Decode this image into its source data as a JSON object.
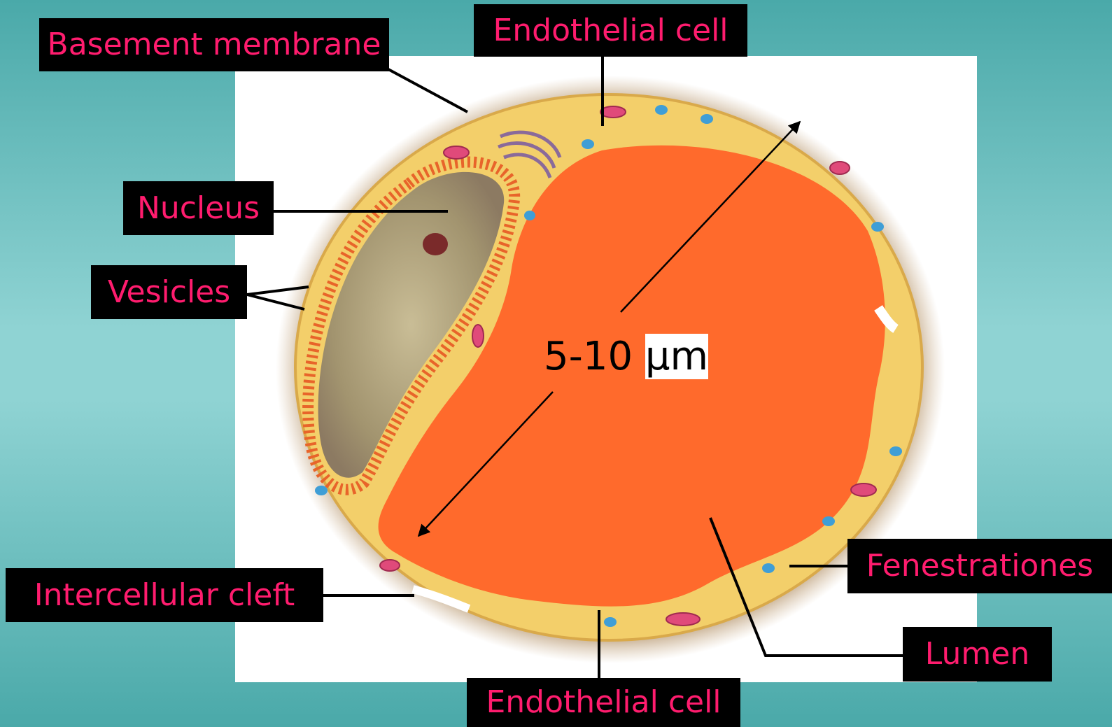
{
  "labels": {
    "basement_membrane": "Basement membrane",
    "endothelial_cell_top": "Endothelial cell",
    "nucleus": "Nucleus",
    "vesicles": "Vesicles",
    "intercellular_cleft": "Intercellular cleft",
    "fenestrationes": "Fenestrationes",
    "lumen": "Lumen",
    "endothelial_cell_bottom": "Endothelial cell"
  },
  "measurement": {
    "value": "5-10",
    "unit": "μm"
  },
  "colors": {
    "label_text": "#ff1c6e",
    "label_bg": "#000000",
    "lumen": "#ff6a2c",
    "cytoplasm": "#f3cf6a",
    "basement": "#b08a5a",
    "nucleus": "#a89a78"
  }
}
